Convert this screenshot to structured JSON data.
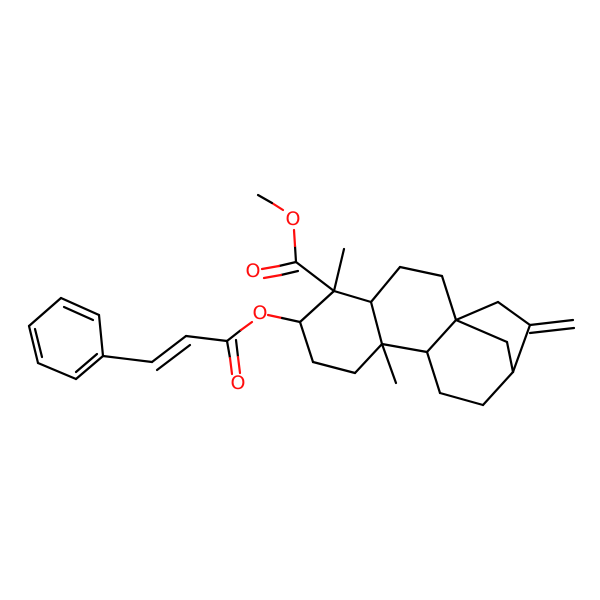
{
  "molecule": {
    "atoms": {
      "o_ether_top": "O",
      "o_carbonyl_ester": "O",
      "o_ester_ring": "O",
      "o_carbonyl_cinnamate": "O"
    },
    "colors": {
      "bond": "#000000",
      "heteroatom_oxygen": "#ff0d0d",
      "background": "#ffffff"
    }
  }
}
